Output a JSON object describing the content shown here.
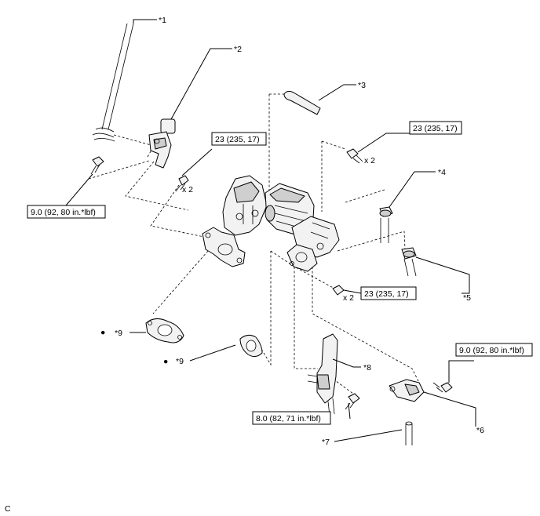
{
  "parts": {
    "p1": "*1",
    "p2": "*2",
    "p3": "*3",
    "p4": "*4",
    "p5": "*5",
    "p6": "*6",
    "p7": "*7",
    "p8": "*8",
    "p9a": "*9",
    "p9b": "*9"
  },
  "torque": {
    "t_top_center": "23 (235, 17)",
    "t_top_right": "23 (235, 17)",
    "t_mid_right": "23 (235, 17)",
    "t_left": "9.0 (92, 80 in.*lbf)",
    "t_right_lower": "9.0 (92, 80 in.*lbf)",
    "t_bottom": "8.0 (82, 71 in.*lbf)"
  },
  "qty": {
    "q1": "x 2",
    "q2": "x 2",
    "q3": "x 2"
  },
  "marks": {
    "m1": "●",
    "m2": "●"
  },
  "corner_code": "C"
}
